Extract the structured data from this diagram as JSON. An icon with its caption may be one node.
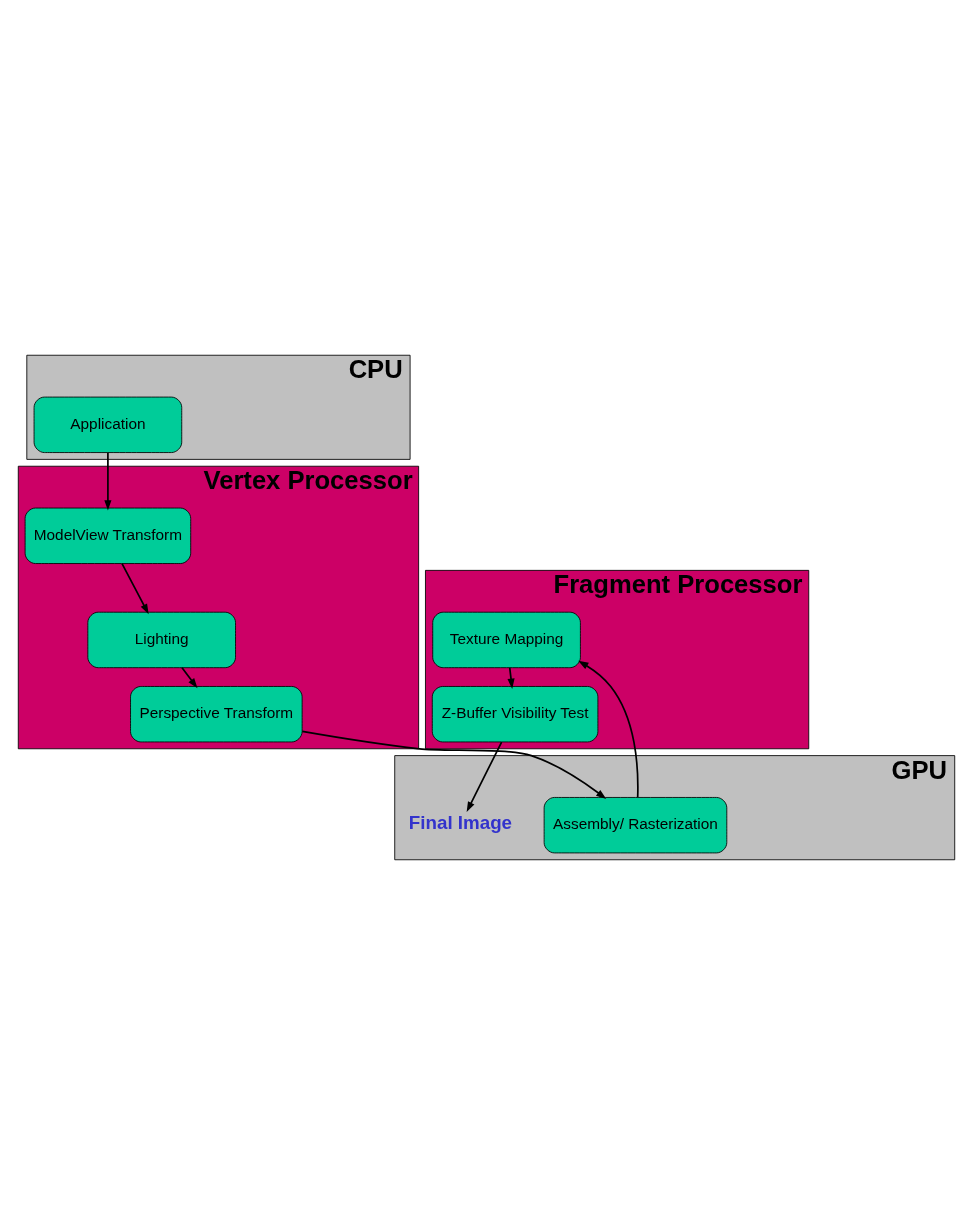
{
  "diagram": {
    "nodes": [
      {
        "text": [
          "CPU"
        ]
      },
      {
        "text": [
          "Application"
        ],
        "in": 0
      },
      {
        "text": [
          "GPU"
        ]
      },
      {
        "text": [
          "Vertex Processor"
        ]
      },
      {
        "text": [
          "ModelView Transform"
        ],
        "in": 3
      },
      {
        "text": [
          "Lighting"
        ],
        "in": 3
      },
      {
        "text": [
          "Perspective Transform"
        ],
        "in": 3
      },
      {
        "text": [
          "Assembly/ Rasterization"
        ],
        "in": 2
      },
      {
        "text": [
          "Fragment Processor"
        ]
      },
      {
        "text": [
          "Texture Mapping"
        ],
        "in": 8
      },
      {
        "text": [
          "Z-Buffer Visibility Test"
        ],
        "in": 8
      },
      {
        "text": [
          "Final Image"
        ],
        "in": 2
      }
    ],
    "edges": [
      {
        "from": 1,
        "to": 4,
        "arrow": "to"
      },
      {
        "from": 4,
        "to": 5,
        "arrow": "to"
      },
      {
        "from": 5,
        "to": 6,
        "arrow": "to"
      },
      {
        "from": 6,
        "to": 7,
        "arrow": "to"
      },
      {
        "from": 7,
        "to": 9,
        "arrow": "to"
      },
      {
        "from": 9,
        "to": 10,
        "arrow": "to"
      },
      {
        "from": 10,
        "to": 11,
        "arrow": "to"
      }
    ]
  }
}
